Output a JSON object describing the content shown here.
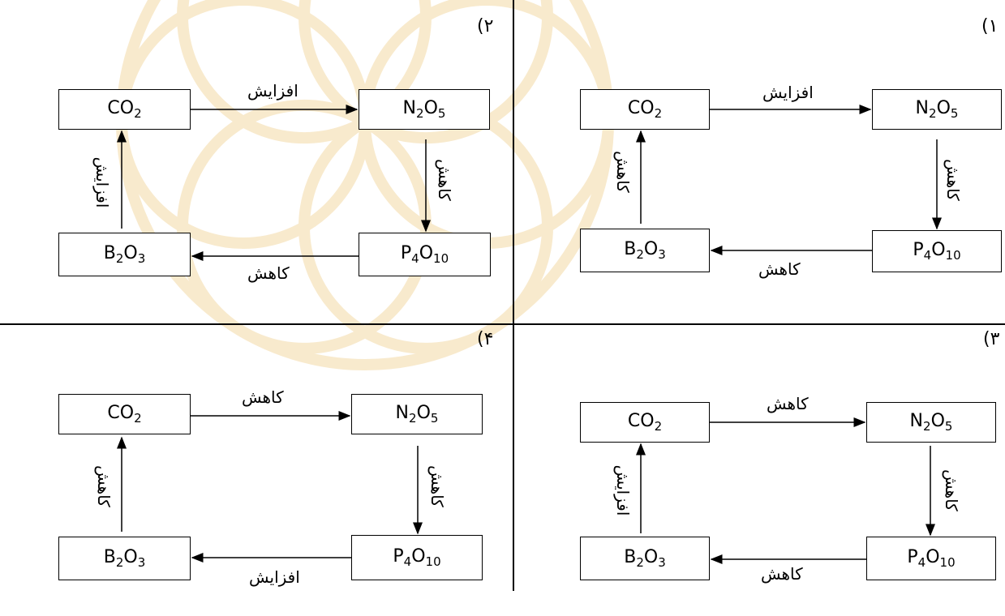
{
  "watermark_color": "#f3d9a6",
  "panels": [
    {
      "number": "(۱",
      "compounds": {
        "co2": [
          "CO",
          "2",
          ""
        ],
        "n2o5": [
          "N",
          "2",
          "O",
          "5"
        ],
        "b2o3": [
          "B",
          "2",
          "O",
          "3"
        ],
        "p4o10": [
          "P",
          "4",
          "O",
          "10"
        ]
      },
      "labels": {
        "top": "افزایش",
        "right": "کاهش",
        "bottom": "کاهش",
        "left": "کاهش"
      }
    },
    {
      "number": "(۲",
      "compounds": {
        "co2": [
          "CO",
          "2",
          ""
        ],
        "n2o5": [
          "N",
          "2",
          "O",
          "5"
        ],
        "b2o3": [
          "B",
          "2",
          "O",
          "3"
        ],
        "p4o10": [
          "P",
          "4",
          "O",
          "10"
        ]
      },
      "labels": {
        "top": "افزایش",
        "right": "کاهش",
        "bottom": "کاهش",
        "left": "افزایش"
      }
    },
    {
      "number": "(۳",
      "compounds": {
        "co2": [
          "CO",
          "2",
          ""
        ],
        "n2o5": [
          "N",
          "2",
          "O",
          "5"
        ],
        "b2o3": [
          "B",
          "2",
          "O",
          "3"
        ],
        "p4o10": [
          "P",
          "4",
          "O",
          "10"
        ]
      },
      "labels": {
        "top": "کاهش",
        "right": "کاهش",
        "bottom": "کاهش",
        "left": "افزایش"
      }
    },
    {
      "number": "(۴",
      "compounds": {
        "co2": [
          "CO",
          "2",
          ""
        ],
        "n2o5": [
          "N",
          "2",
          "O",
          "5"
        ],
        "b2o3": [
          "B",
          "2",
          "O",
          "3"
        ],
        "p4o10": [
          "P",
          "4",
          "O",
          "10"
        ]
      },
      "labels": {
        "top": "کاهش",
        "right": "کاهش",
        "bottom": "افزایش",
        "left": "کاهش"
      }
    }
  ]
}
